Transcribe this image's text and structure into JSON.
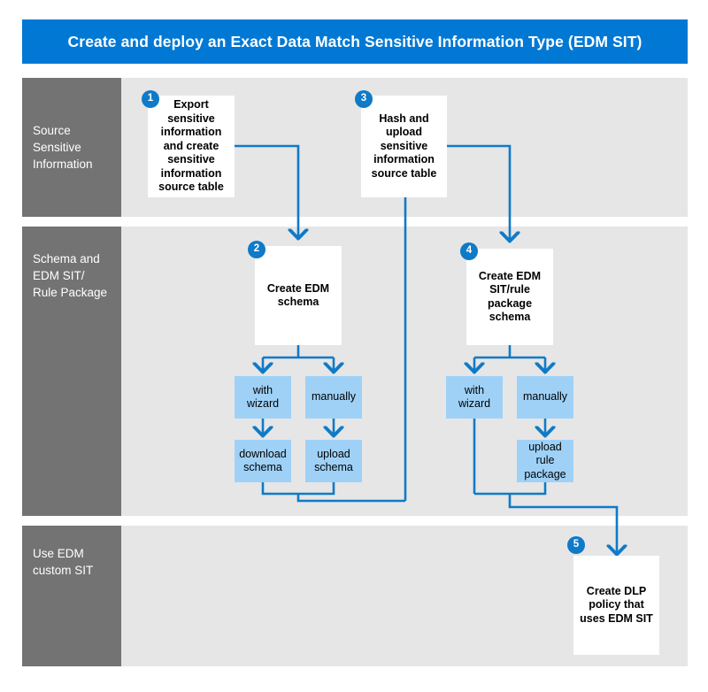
{
  "header": {
    "title": "Create and deploy an Exact Data Match Sensitive Information Type (EDM SIT)",
    "background": "#0078d4",
    "text_color": "#ffffff"
  },
  "colors": {
    "band_background": "#e6e6e6",
    "band_label_background": "#737373",
    "accent_blue": "#0078d4",
    "connector_blue": "#0f7ac8",
    "node_blue": "#9fd1f7",
    "node_white": "#ffffff",
    "badge_blue": "#0f7ac8"
  },
  "bands": [
    {
      "label": "Source Sensitive Information"
    },
    {
      "label": "Schema and EDM SIT/ Rule Package"
    },
    {
      "label": "Use EDM custom SIT"
    }
  ],
  "nodes": [
    {
      "id": "export-source-table",
      "step": "1",
      "label": "Export sensitive information and create sensitive information source table",
      "style": "white",
      "band": 0
    },
    {
      "id": "create-edm-schema",
      "step": "2",
      "label": "Create EDM schema",
      "style": "white",
      "band": 1
    },
    {
      "id": "hash-upload-source-table",
      "step": "3",
      "label": "Hash and upload sensitive information source table",
      "style": "white",
      "band": 0
    },
    {
      "id": "create-edm-sit-rule-package-schema",
      "step": "4",
      "label": "Create EDM SIT/rule package schema",
      "style": "white",
      "band": 1
    },
    {
      "id": "create-dlp-policy",
      "step": "5",
      "label": "Create DLP policy that uses EDM SIT",
      "style": "white",
      "band": 2
    },
    {
      "id": "schema-with-wizard",
      "step": null,
      "label": "with wizard",
      "style": "blue",
      "band": 1
    },
    {
      "id": "schema-manually",
      "step": null,
      "label": "manually",
      "style": "blue",
      "band": 1
    },
    {
      "id": "download-schema",
      "step": null,
      "label": "download schema",
      "style": "blue",
      "band": 1
    },
    {
      "id": "upload-schema",
      "step": null,
      "label": "upload schema",
      "style": "blue",
      "band": 1
    },
    {
      "id": "rule-with-wizard",
      "step": null,
      "label": "with wizard",
      "style": "blue",
      "band": 1
    },
    {
      "id": "rule-manually",
      "step": null,
      "label": "manually",
      "style": "blue",
      "band": 1
    },
    {
      "id": "upload-rule-package",
      "step": null,
      "label": "upload rule package",
      "style": "blue",
      "band": 1
    }
  ],
  "badges": [
    "1",
    "2",
    "3",
    "4",
    "5"
  ]
}
